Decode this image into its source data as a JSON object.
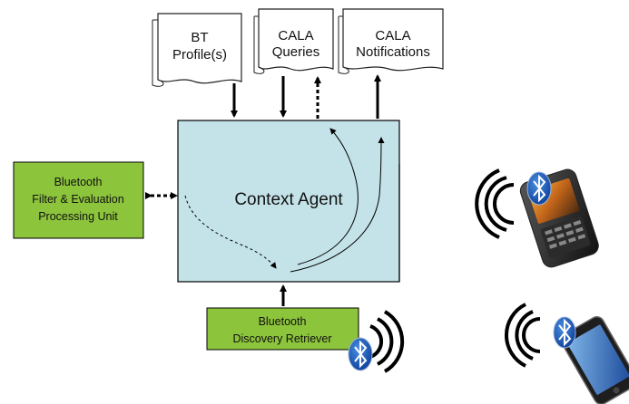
{
  "documents": {
    "bt_profiles": {
      "line1": "BT",
      "line2": "Profile(s)"
    },
    "cala_queries": {
      "line1": "CALA",
      "line2": "Queries"
    },
    "cala_notifications": {
      "line1": "CALA",
      "line2": "Notifications"
    }
  },
  "context_agent": {
    "label": "Context Agent",
    "fill": "#c4e3e8"
  },
  "filter_unit": {
    "line1": "Bluetooth",
    "line2": "Filter & Evaluation",
    "line3": "Processing Unit",
    "fill": "#8cc43c"
  },
  "discovery_retriever": {
    "line1": "Bluetooth",
    "line2": "Discovery Retriever",
    "fill": "#8cc43c"
  },
  "icons": [
    "bluetooth-icon",
    "signal-waves-icon",
    "smartphone-icon"
  ]
}
